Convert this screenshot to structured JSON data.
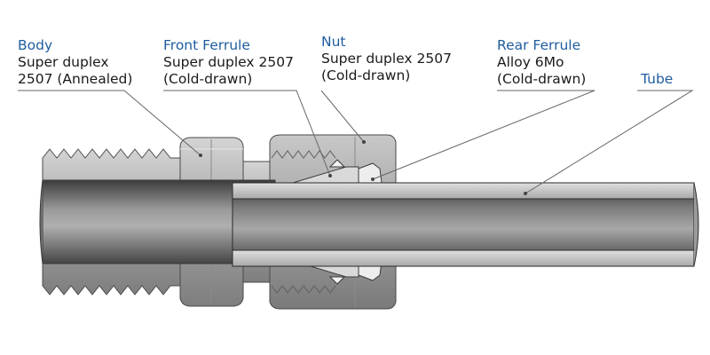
{
  "labels": {
    "body": {
      "title": "Body",
      "lines": [
        "Super duplex",
        "2507 (Annealed)"
      ]
    },
    "front_ferrule": {
      "title": "Front Ferrule",
      "lines": [
        "Super duplex 2507",
        "(Cold-drawn)"
      ]
    },
    "nut": {
      "title": "Nut",
      "lines": [
        "Super duplex 2507",
        "(Cold-drawn)"
      ]
    },
    "rear_ferrule": {
      "title": "Rear Ferrule",
      "lines": [
        "Alloy 6Mo",
        "(Cold-drawn)"
      ]
    },
    "tube": {
      "title": "Tube",
      "lines": []
    }
  },
  "colors": {
    "title_blue": "#1f5d9e",
    "text": "#1a1a1a",
    "metal_light": "#b9b9b9",
    "metal_mid": "#8f8f8f",
    "metal_dark": "#555555",
    "leader": "#666666"
  }
}
